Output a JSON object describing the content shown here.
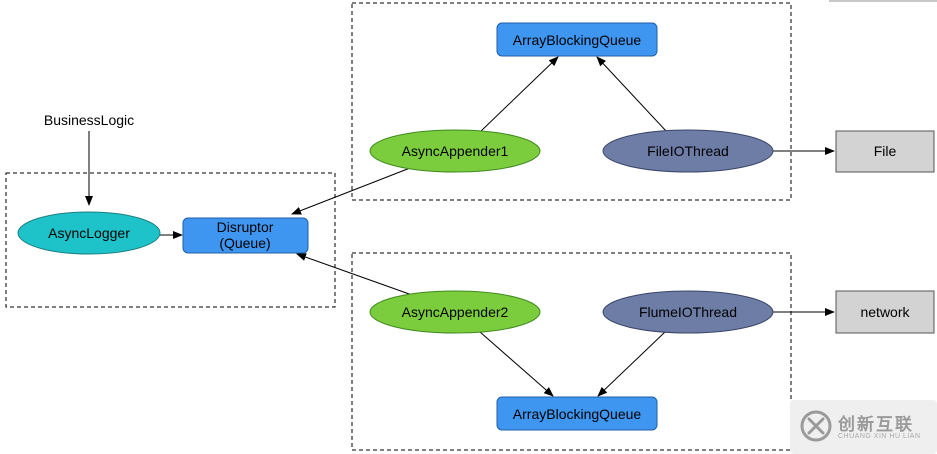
{
  "nodes": {
    "business_logic": "BusinessLogic",
    "async_logger": "AsyncLogger",
    "disruptor_line1": "Disruptor",
    "disruptor_line2": "(Queue)",
    "async_appender1": "AsyncAppender1",
    "async_appender2": "AsyncAppender2",
    "abq_top": "ArrayBlockingQueue",
    "abq_bottom": "ArrayBlockingQueue",
    "file_io_thread": "FileIOThread",
    "flume_io_thread": "FlumeIOThread",
    "file": "File",
    "network": "network"
  },
  "watermark": {
    "chinese": "创新互联",
    "english": "CHUANG XIN HU LIAN"
  },
  "colors": {
    "teal_ellipse": "#1ec3c9",
    "green_ellipse": "#7ccd3e",
    "slate_ellipse": "#6d7da6",
    "blue_box": "#3f96f0",
    "gray_box": "#d3d3d3"
  }
}
